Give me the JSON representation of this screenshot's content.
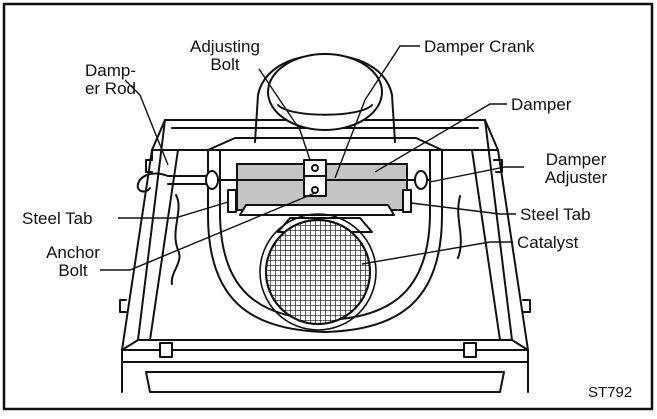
{
  "diagram": {
    "figure_id": "ST792",
    "labels": {
      "adjusting_bolt": [
        "Adjusting",
        "Bolt"
      ],
      "damper_rod": [
        "Damp-",
        "er Rod"
      ],
      "damper_crank": "Damper Crank",
      "damper": "Damper",
      "damper_adjuster": [
        "Damper",
        "Adjuster"
      ],
      "steel_tab_left": "Steel Tab",
      "steel_tab_right": "Steel Tab",
      "anchor_bolt": [
        "Anchor",
        "Bolt"
      ],
      "catalyst": "Catalyst"
    },
    "colors": {
      "line": "#111111",
      "damper_fill": "#c4c4c4",
      "background": "#ffffff"
    }
  }
}
